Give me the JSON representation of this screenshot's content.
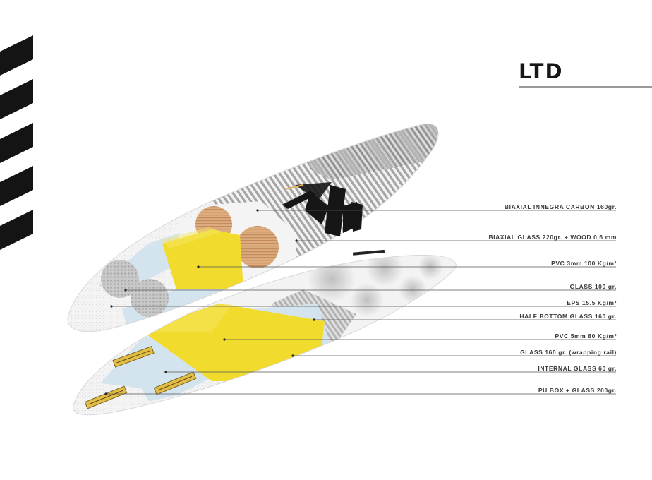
{
  "title": "LTD",
  "colors": {
    "stripe": "#141414",
    "carbon_light": "#f2f2f2",
    "carbon_dark": "#9a9a9a",
    "pvc_yellow": "#f1dc2e",
    "glass_blue": "#d4e4ee",
    "wood": "#d9a87a",
    "pu_box": "#e2bd45",
    "leader_line": "#555555"
  },
  "layers": [
    {
      "id": "biaxial-innegra-carbon",
      "label": "BIAXIAL INNEGRA CARBON 160gr."
    },
    {
      "id": "biaxial-glass-wood",
      "label": "BIAXIAL GLASS 220gr. + WOOD 0,6 mm"
    },
    {
      "id": "pvc-3mm",
      "label": "PVC 3mm 100 Kg/m³"
    },
    {
      "id": "glass-100",
      "label": "GLASS 100 gr."
    },
    {
      "id": "eps",
      "label": "EPS 15.5 Kg/m³"
    },
    {
      "id": "half-bottom-glass",
      "label": "HALF BOTTOM GLASS 160 gr."
    },
    {
      "id": "pvc-5mm",
      "label": "PVC 5mm 80 Kg/m³"
    },
    {
      "id": "glass-160-rail",
      "label": "GLASS 160 gr. (wrapping rail)"
    },
    {
      "id": "internal-glass",
      "label": "INTERNAL GLASS 60 gr."
    },
    {
      "id": "pu-box-glass",
      "label": "PU BOX + GLASS 200gr."
    }
  ]
}
